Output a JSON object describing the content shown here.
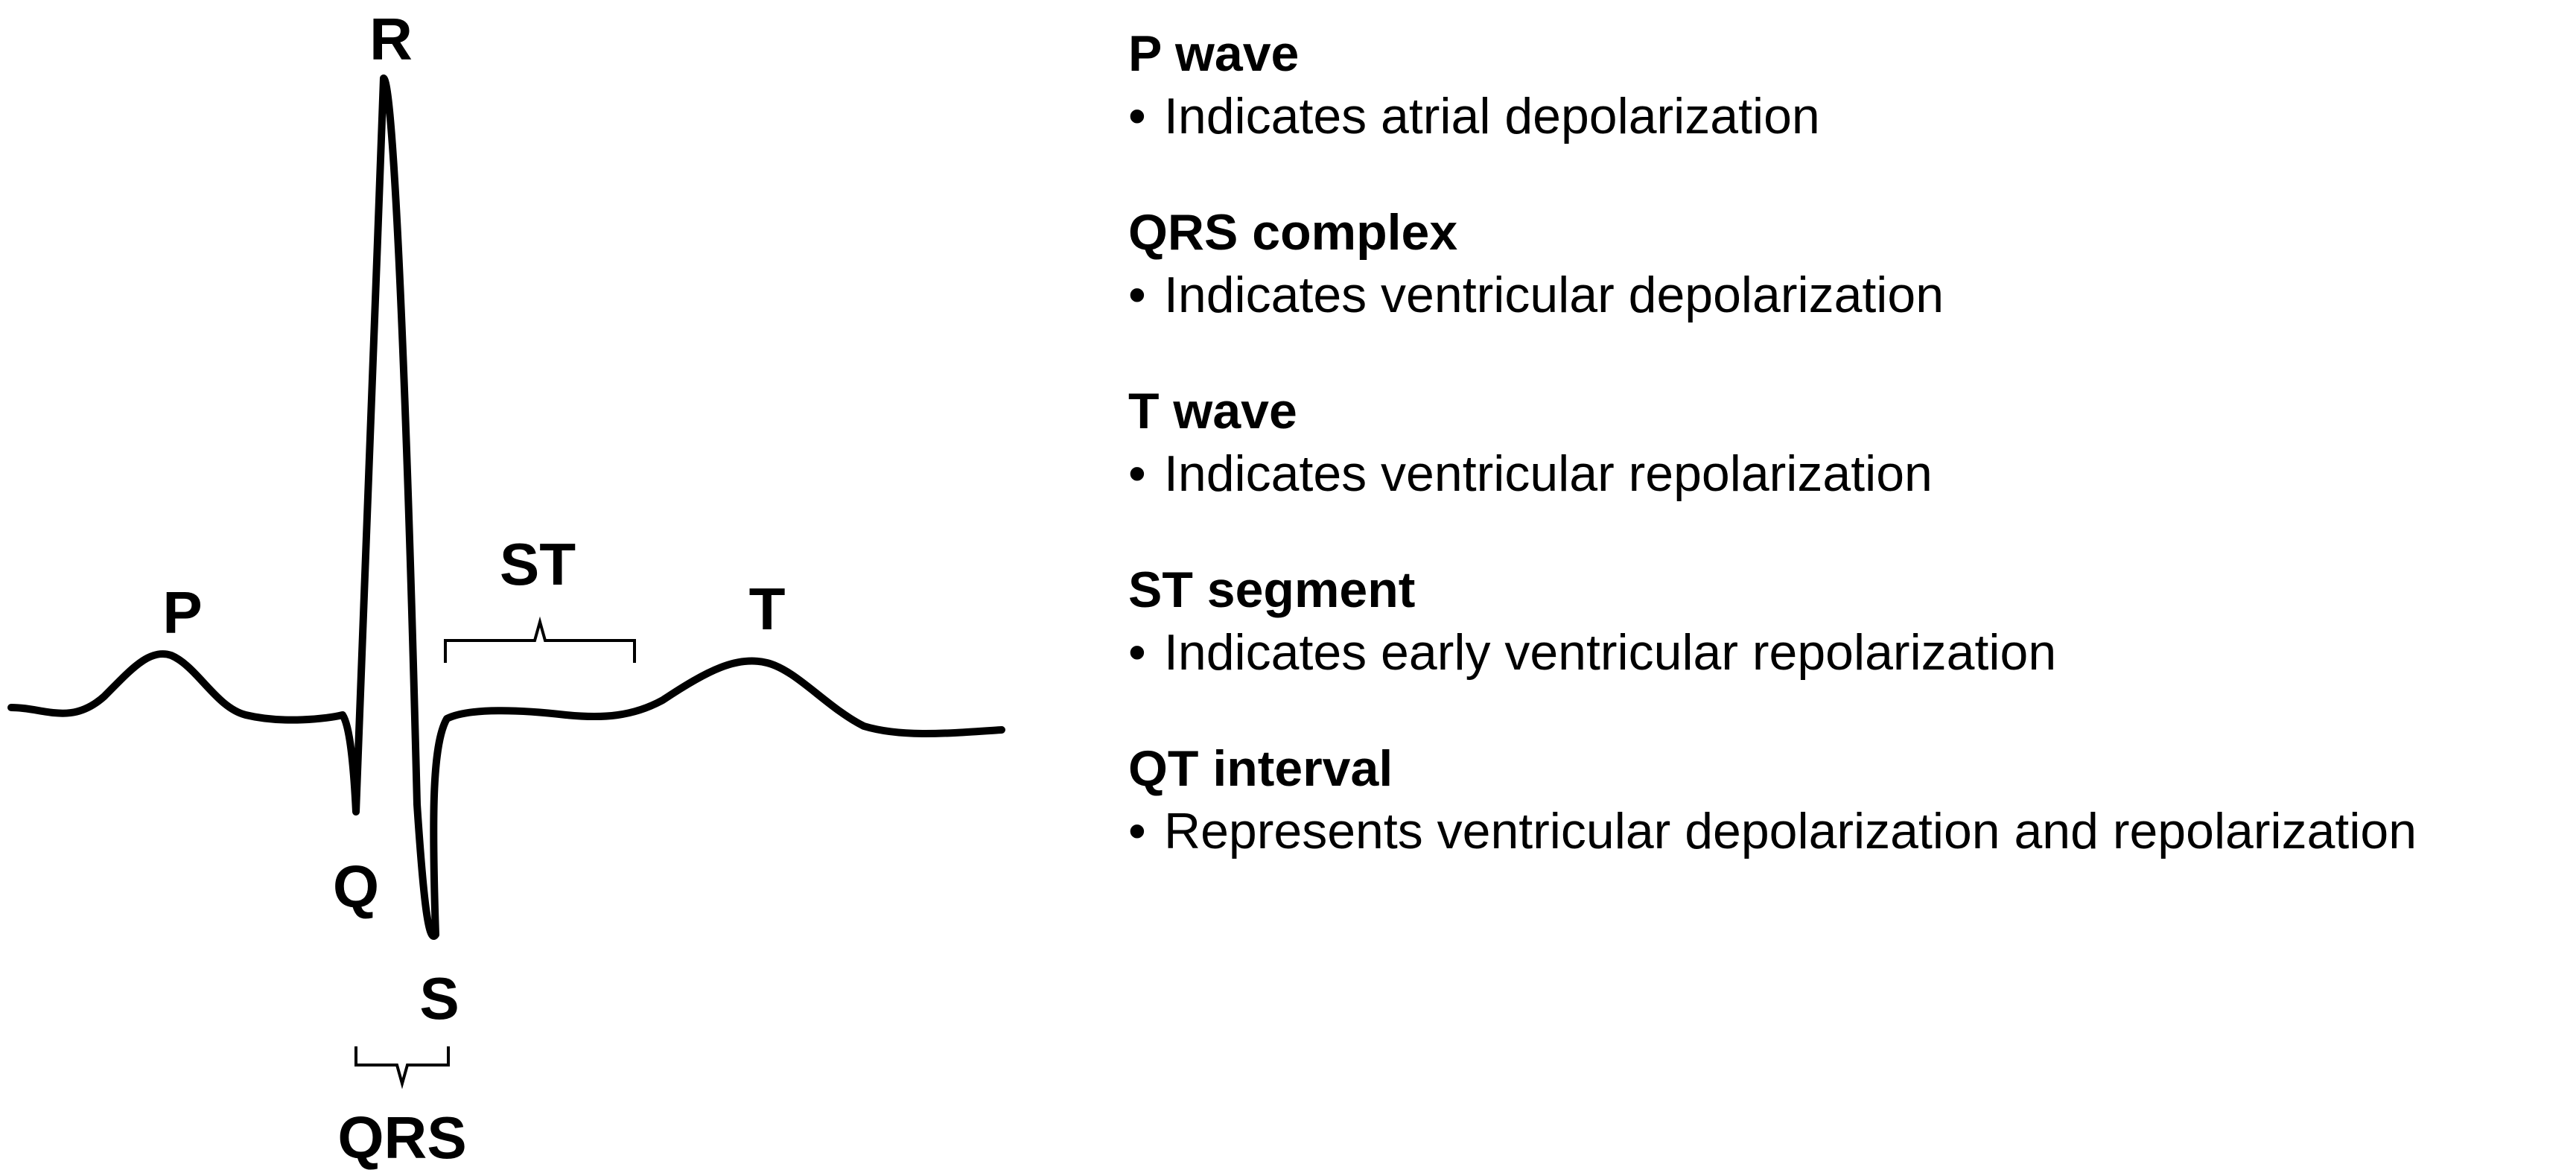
{
  "diagram": {
    "labels": {
      "p": "P",
      "q": "Q",
      "r": "R",
      "s": "S",
      "t": "T",
      "st": "ST",
      "qrs": "QRS"
    }
  },
  "legend": {
    "bullet": "•",
    "items": [
      {
        "title": "P wave",
        "desc": "Indicates atrial depolarization"
      },
      {
        "title": "QRS complex",
        "desc": "Indicates ventricular depolarization"
      },
      {
        "title": "T wave",
        "desc": "Indicates ventricular repolarization"
      },
      {
        "title": "ST segment",
        "desc": "Indicates early ventricular repolarization"
      },
      {
        "title": "QT interval",
        "desc": "Represents ventricular depolarization and repolarization"
      }
    ]
  }
}
